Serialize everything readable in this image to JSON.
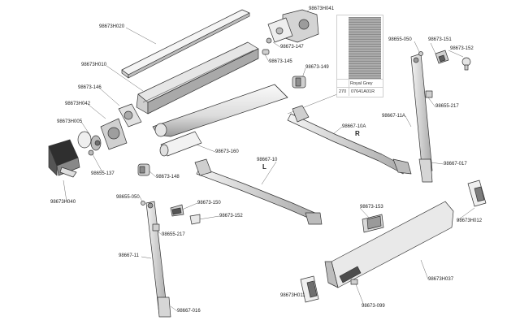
{
  "colors": {
    "line": "#333333",
    "fill": "#efefef",
    "shade": "#c8c8c8",
    "dark": "#7a7a7a"
  },
  "swatch": {
    "code": "270",
    "name": "Royal Grey",
    "ref": "07641A01R"
  },
  "parts": [
    {
      "id": "p-98673H041",
      "label": "98673H041"
    },
    {
      "id": "p-98673H020",
      "label": "98673H020"
    },
    {
      "id": "p-98673-147",
      "label": "98673-147"
    },
    {
      "id": "p-98673-145",
      "label": "98673-145"
    },
    {
      "id": "p-98673H010",
      "label": "98673H010"
    },
    {
      "id": "p-98673-149",
      "label": "98673-149"
    },
    {
      "id": "p-98655-050-r",
      "label": "98655-050"
    },
    {
      "id": "p-98673-151",
      "label": "98673-151"
    },
    {
      "id": "p-98673-152-r",
      "label": "98673-152"
    },
    {
      "id": "p-98655-217-r",
      "label": "98655-217"
    },
    {
      "id": "p-98673-146",
      "label": "98673-146"
    },
    {
      "id": "p-98673H042",
      "label": "98673H042"
    },
    {
      "id": "p-98673H005",
      "label": "98673H005"
    },
    {
      "id": "p-98667-10A",
      "label": "98667-10A"
    },
    {
      "id": "p-98667-11A",
      "label": "98667-11A"
    },
    {
      "id": "p-98673-160",
      "label": "98673-160"
    },
    {
      "id": "p-98655-137",
      "label": "98655-137"
    },
    {
      "id": "p-98673-148",
      "label": "98673-148"
    },
    {
      "id": "p-98667-10",
      "label": "98667-10"
    },
    {
      "id": "p-98667-017",
      "label": "98667-017"
    },
    {
      "id": "p-98673H040",
      "label": "98673H040"
    },
    {
      "id": "p-98655-050-l",
      "label": "98655-050"
    },
    {
      "id": "p-98673-150",
      "label": "98673-150"
    },
    {
      "id": "p-98673-152-l",
      "label": "98673-152"
    },
    {
      "id": "p-98673-153",
      "label": "98673-153"
    },
    {
      "id": "p-98673H012",
      "label": "98673H012"
    },
    {
      "id": "p-98655-217-l",
      "label": "98655-217"
    },
    {
      "id": "p-98667-11",
      "label": "98667-11"
    },
    {
      "id": "p-98673H037",
      "label": "98673H037"
    },
    {
      "id": "p-98673H011",
      "label": "98673H011"
    },
    {
      "id": "p-98673-099",
      "label": "98673-099"
    },
    {
      "id": "p-98667-016",
      "label": "98667-016"
    }
  ],
  "side_letters": {
    "right": "R",
    "left": "L"
  }
}
